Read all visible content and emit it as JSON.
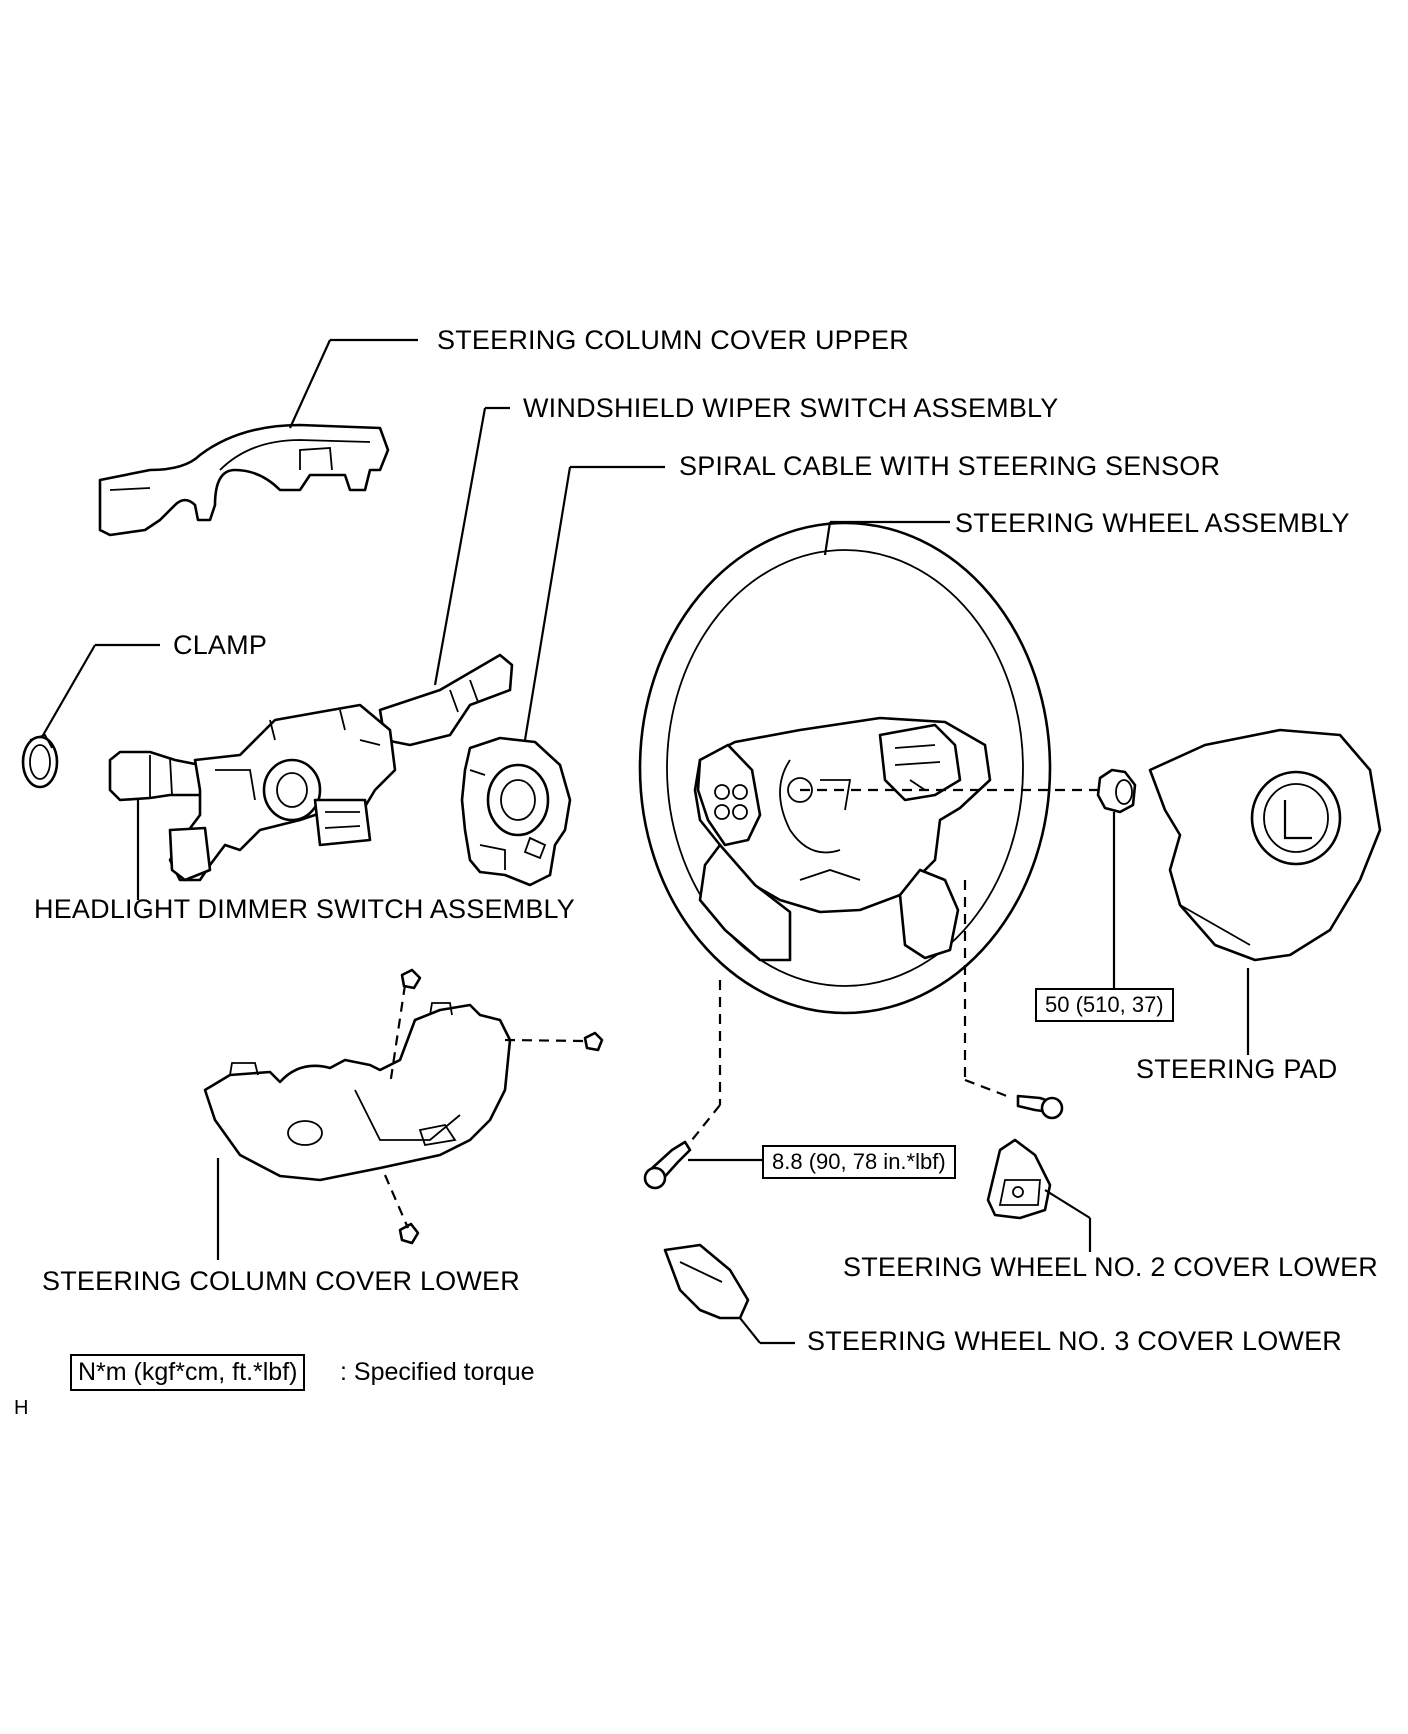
{
  "labels": {
    "column_cover_upper": "STEERING COLUMN COVER UPPER",
    "wiper_switch": "WINDSHIELD WIPER SWITCH ASSEMBLY",
    "spiral_cable": "SPIRAL CABLE WITH STEERING SENSOR",
    "wheel_assembly": "STEERING WHEEL ASSEMBLY",
    "clamp": "CLAMP",
    "headlight_switch": "HEADLIGHT DIMMER SWITCH ASSEMBLY",
    "steering_pad": "STEERING PAD",
    "column_cover_lower": "STEERING COLUMN COVER LOWER",
    "wheel_no2_cover": "STEERING WHEEL NO. 2 COVER LOWER",
    "wheel_no3_cover": "STEERING WHEEL NO. 3 COVER LOWER"
  },
  "torques": {
    "nut": "50 (510, 37)",
    "screw": "8.8 (90, 78 in.*lbf)"
  },
  "legend": {
    "unit": "N*m (kgf*cm, ft.*lbf)",
    "text": ": Specified torque"
  },
  "corner_mark": "H"
}
